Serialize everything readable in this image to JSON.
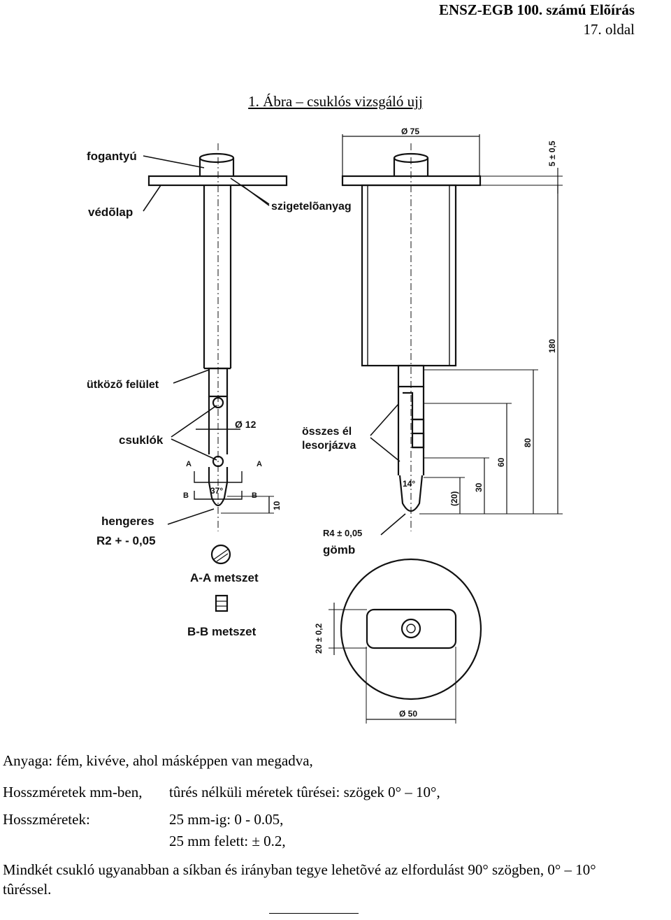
{
  "header": {
    "line1": "ENSZ-EGB 100. számú Elõírás",
    "line2": "17. oldal"
  },
  "figure": {
    "title": "1. Ábra – csuklós vizsgáló ujj",
    "labels": {
      "fogantyu": "fogantyú",
      "vedolap": "védõlap",
      "szigetelo": "szigetelõanyag",
      "utkozo": "ütközõ felület",
      "csuklok": "csuklók",
      "d12": "Ø 12",
      "osszes1": "összes él",
      "osszes2": "lesorjázva",
      "hengeres": "hengeres",
      "r2": "R2 + - 0,05",
      "aa": "A-A metszet",
      "bb": "B-B metszet",
      "a_mark": "A",
      "b_mark": "B",
      "ang37": "37°",
      "ang14": "14°",
      "dim10": "10",
      "dim20b": "(20)",
      "dim30": "30",
      "dim60": "60",
      "dim80": "80",
      "dim180": "180",
      "d75": "Ø 75",
      "d50": "Ø 50",
      "tol5": "5 ± 0,5",
      "tol20": "20 ± 0,2",
      "r4": "R4 ± 0,05",
      "gomb": "gömb"
    }
  },
  "text": {
    "l1": "Anyaga: fém, kivéve, ahol másképpen van megadva,",
    "l2a": "Hosszméretek mm-ben,",
    "l2b": "tûrés nélküli méretek tûrései: szögek 0°  –  10°,",
    "l3a": "Hosszméretek:",
    "l3b": "25 mm-ig: 0 - 0.05,",
    "l4": "25 mm felett: ± 0.2,",
    "l5": "Mindkét csukló ugyanabban a síkban és irányban tegye lehetõvé az elfordulást 90° szögben, 0°  –  10°",
    "l6": "tûréssel."
  }
}
